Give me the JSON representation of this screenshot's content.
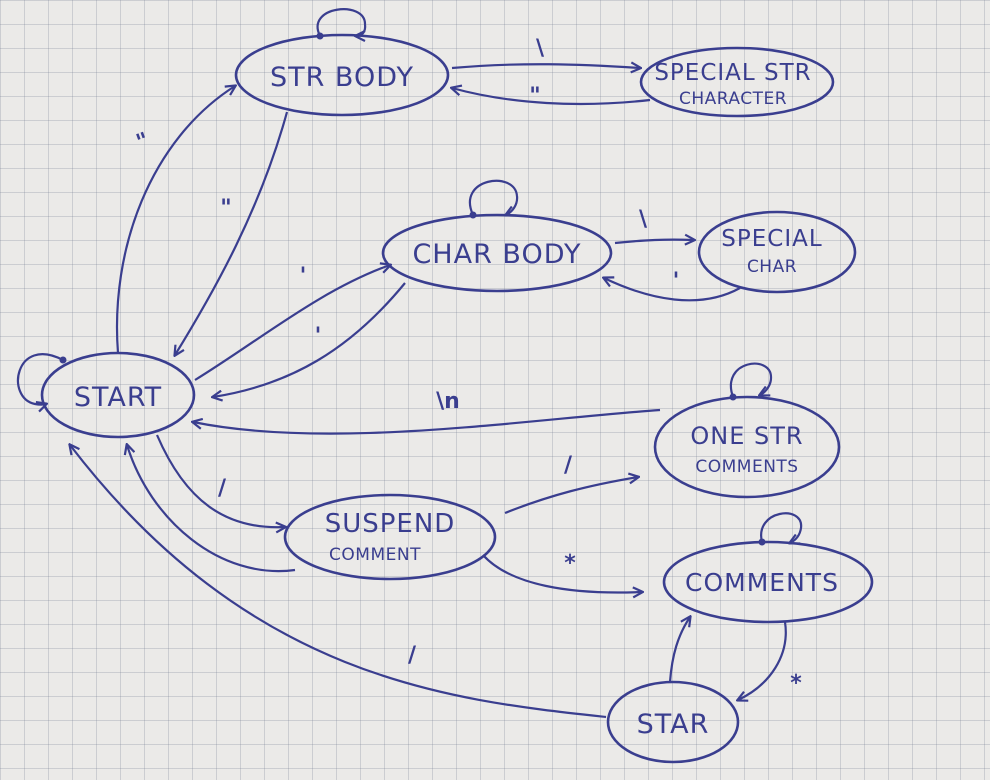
{
  "states": {
    "start": "START",
    "str_body": "STR BODY",
    "special_str_l1": "SPECIAL STR",
    "special_str_l2": "CHARACTER",
    "char_body": "CHAR BODY",
    "special_char_l1": "SPECIAL",
    "special_char_l2": "CHAR",
    "one_str_l1": "ONE STR",
    "one_str_l2": "COMMENTS",
    "suspend_l1": "SUSPEND",
    "suspend_l2": "COMMENT",
    "comments": "COMMENTS",
    "star": "STAR"
  },
  "edge_labels": {
    "start_to_str": "\"",
    "str_to_start": "\"",
    "str_to_special": "\\",
    "special_to_str": "\"",
    "start_to_char": "'",
    "char_to_start": "'",
    "char_to_special": "\\",
    "special_to_char": "'",
    "one_str_to_start": "\\n",
    "start_to_suspend": "/",
    "suspend_to_one_str": "/",
    "suspend_to_comments": "*",
    "comments_to_star": "*",
    "star_to_start": "/"
  },
  "colors": {
    "ink": "#3a3e8f",
    "paper": "#ebeae8"
  }
}
